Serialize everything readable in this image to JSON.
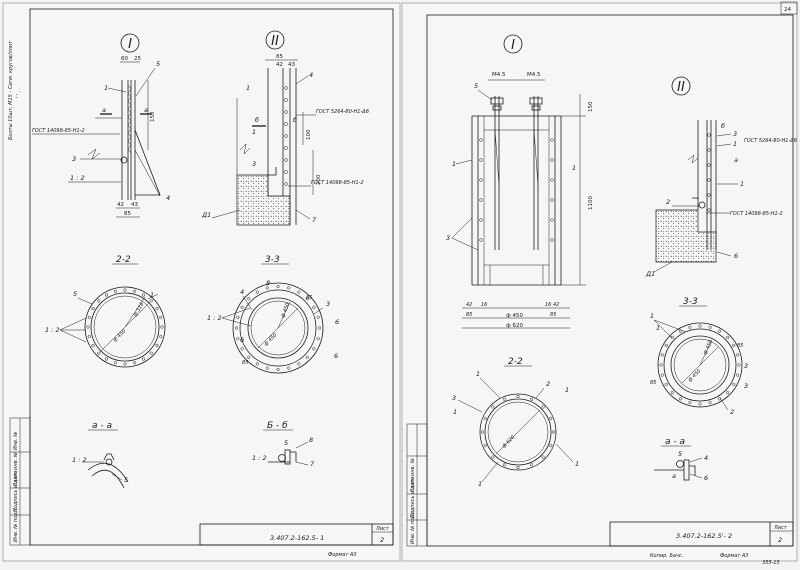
{
  "page_number": "24",
  "sheet1": {
    "code": "3.407.2-162.5- 1",
    "sheet_label": "Лист",
    "sheet_no": "2",
    "format": "Формат А3",
    "stamp_lines": [
      "Инв. № подл.",
      "Подпись и дата",
      "Взам. инв. №",
      "Инв. №"
    ],
    "handwritten_note": "Болты 10шт, М15 - Сегм. кругов/плит",
    "views": {
      "I": {
        "marker": "I",
        "dims": [
          "60",
          "25",
          "42",
          "43",
          "85",
          "150"
        ],
        "labels": [
          "а",
          "а",
          "5",
          "1",
          "3",
          "4"
        ],
        "callouts": [
          "ГОСТ 14098-85-Н1-2",
          "1 : 2"
        ]
      },
      "II": {
        "marker": "II",
        "dims": [
          "85",
          "42",
          "43",
          "100",
          "200"
        ],
        "labels": [
          "4",
          "1",
          "б",
          "б",
          "3",
          "1",
          "7"
        ],
        "callouts": [
          "ГОСТ 5264-80-Н1-Δ6",
          "ГОСТ 14098-85-Н1-2",
          "Д1"
        ]
      },
      "s22": {
        "title": "2-2",
        "labels": [
          "5",
          "1"
        ],
        "dims": [
          "ф 450",
          "ф 318"
        ],
        "callout": "1 : 2"
      },
      "s33": {
        "title": "3-3",
        "labels": [
          "4",
          "8",
          "3",
          "6",
          "6",
          "6"
        ],
        "dims": [
          "ф 450",
          "ф 450",
          "85",
          "85"
        ],
        "callout": "1 : 2"
      },
      "saa": {
        "title": "а - а",
        "labels": [
          "5"
        ],
        "callout": "1 : 2"
      },
      "sbb": {
        "title": "Б - б",
        "labels": [
          "5",
          "8",
          "7"
        ],
        "callout": "1 : 2"
      }
    }
  },
  "sheet2": {
    "code": "3.407.2-162.5'- 2",
    "sheet_label": "Лист",
    "sheet_no": "2",
    "format": "Формат А3",
    "copied": "Копир. Бачс.",
    "corner_note": "355-15",
    "stamp_lines": [
      "Инв. № подл.",
      "Подпись и дата",
      "Взам. инв. №"
    ],
    "views": {
      "I": {
        "marker": "I",
        "labels": [
          "5",
          "1",
          "3",
          "1"
        ],
        "dims": [
          "М4.5",
          "М4.5",
          "150",
          "1100",
          "42",
          "16",
          "85",
          "16",
          "42",
          "85",
          "ф 450",
          "ф 620"
        ]
      },
      "II": {
        "marker": "II",
        "labels": [
          "3",
          "1",
          "б",
          "2",
          "6",
          "а",
          "1"
        ],
        "callouts": [
          "ГОСТ 5264-80-Н1-Δ6",
          "ГОСТ 14098-85-Н1-2",
          "Д1"
        ]
      },
      "s22": {
        "title": "2-2",
        "labels": [
          "1",
          "2",
          "3",
          "1",
          "1",
          "1",
          "1"
        ],
        "dims": [
          "ф 620"
        ]
      },
      "s33": {
        "title": "3-3",
        "labels": [
          "1",
          "1",
          "3",
          "3",
          "2"
        ],
        "dims": [
          "ф 450",
          "ф 450",
          "85",
          "85"
        ]
      },
      "saa": {
        "title": "а - а",
        "labels": [
          "5",
          "4",
          "6",
          "а"
        ]
      }
    }
  }
}
